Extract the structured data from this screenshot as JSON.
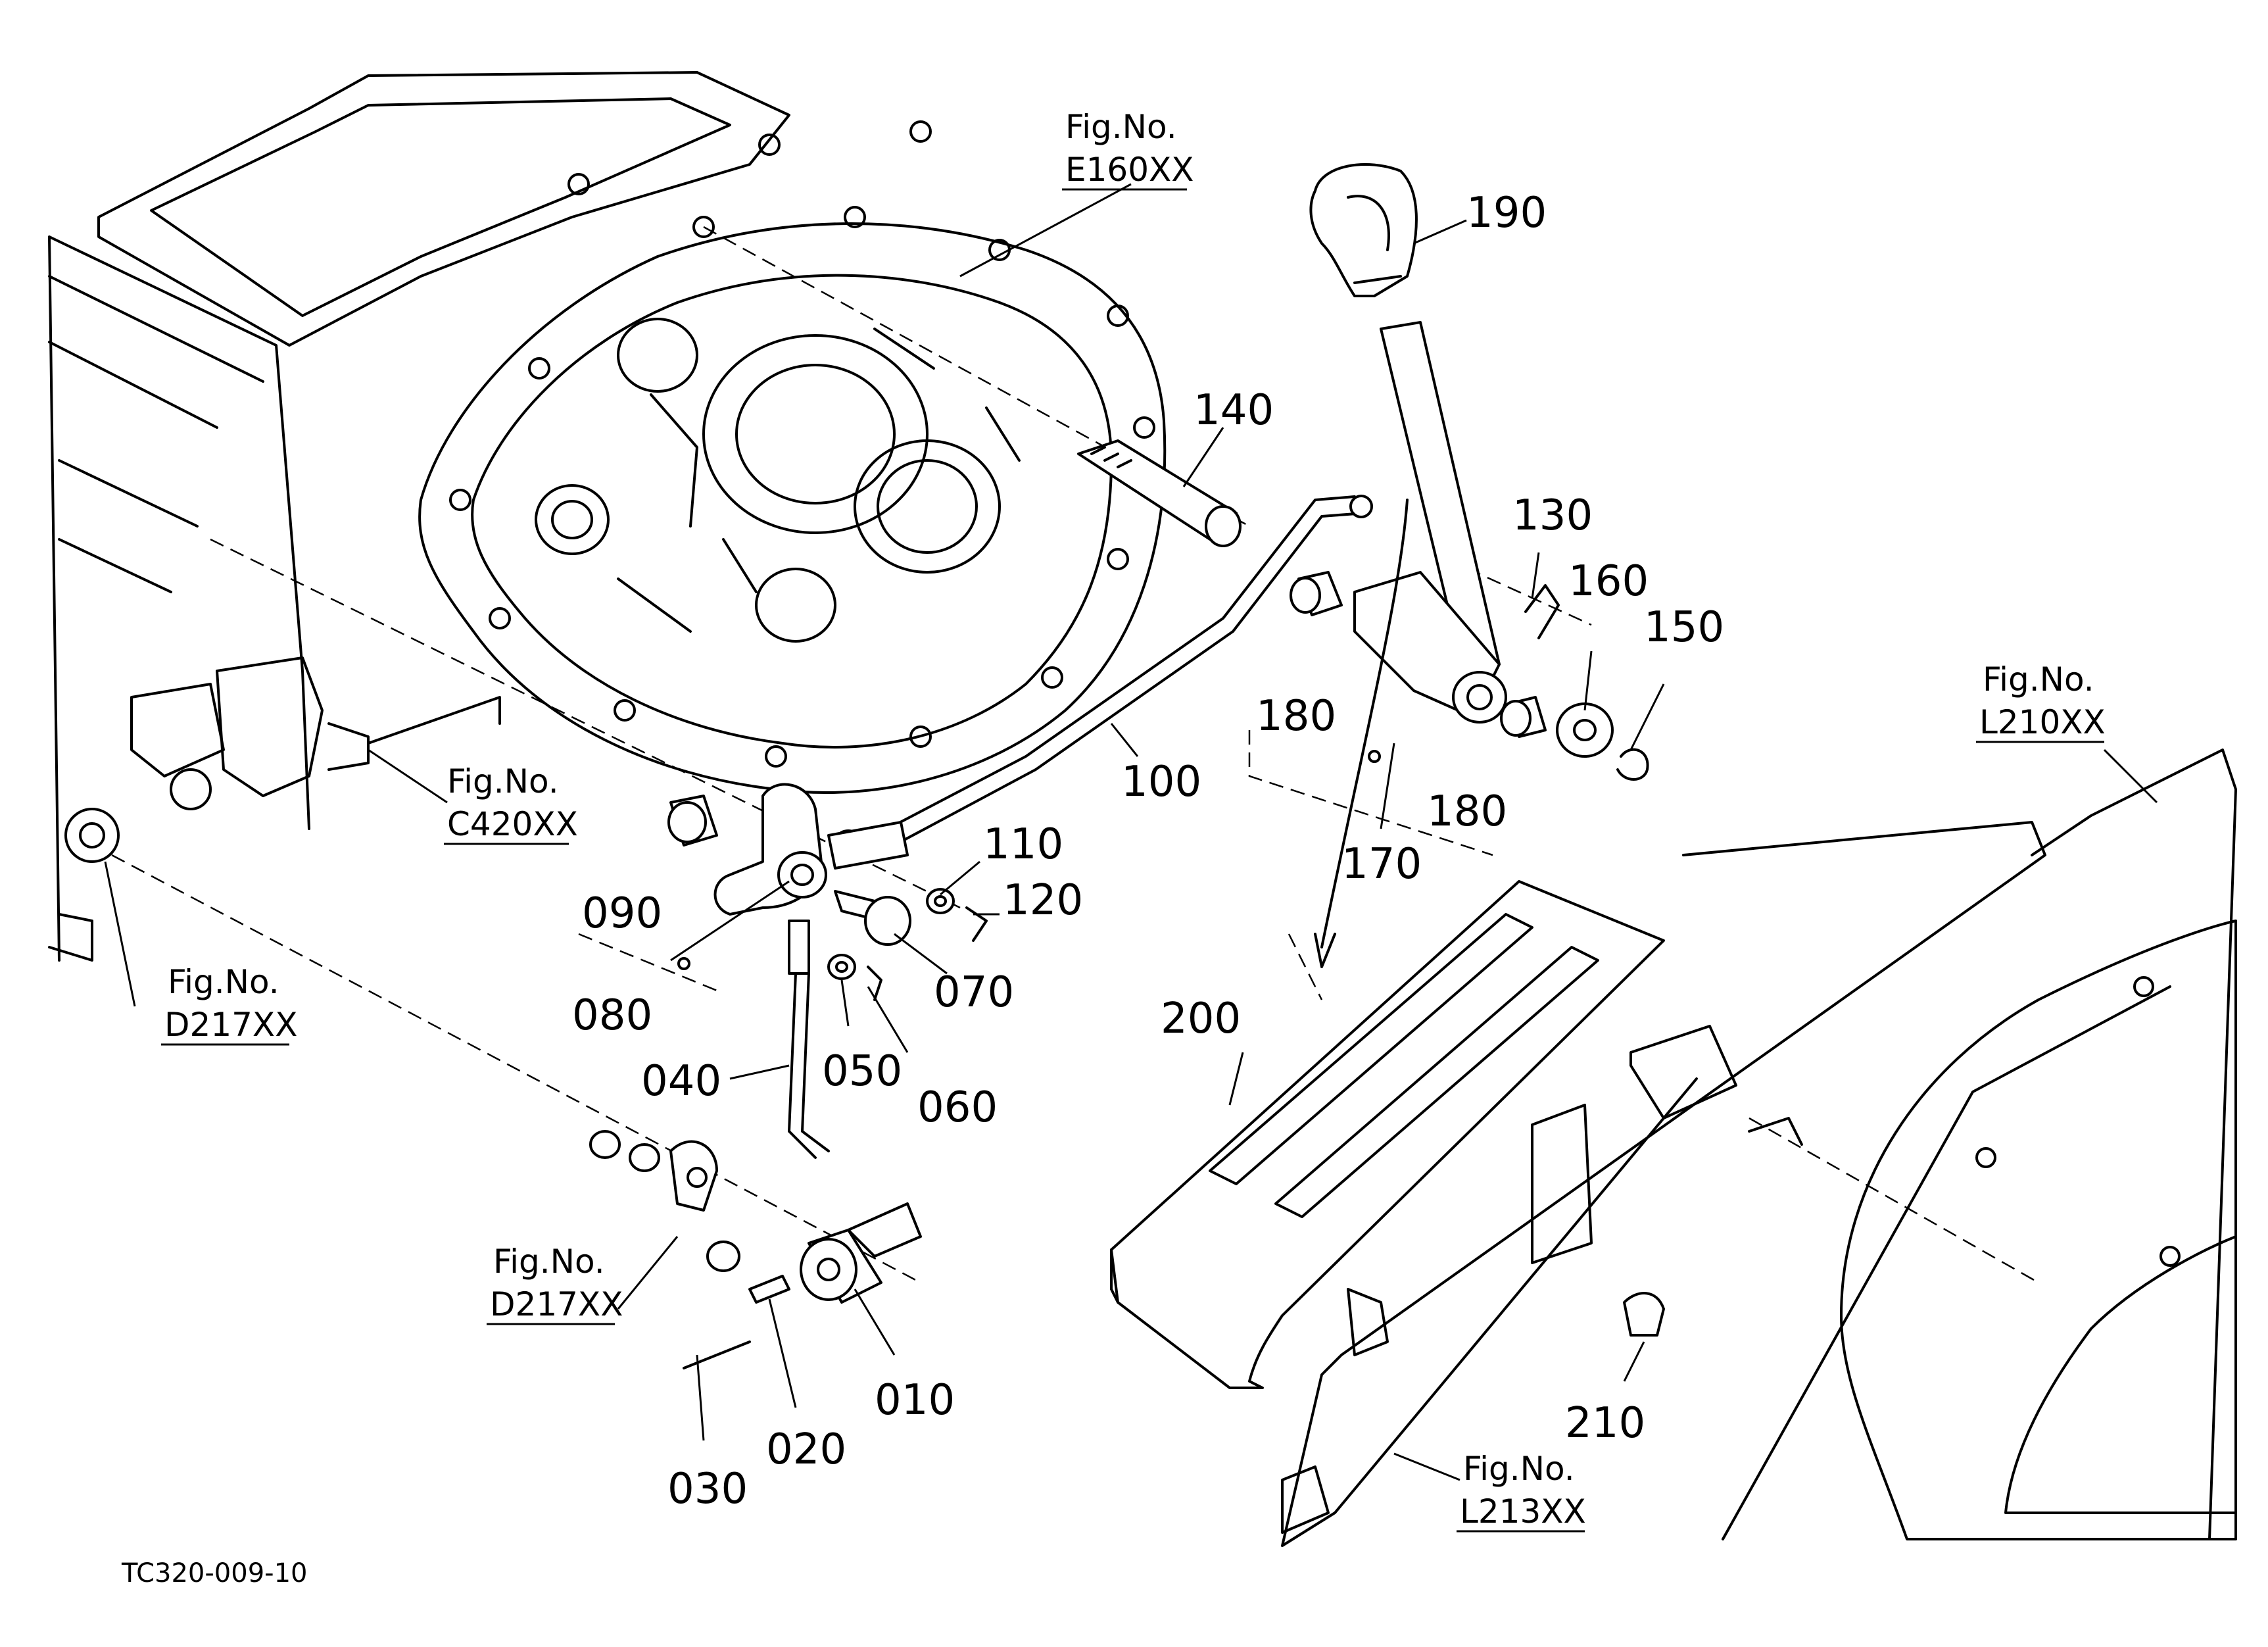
{
  "drawing_id": "TC320-009-10",
  "part_numbers": {
    "p010": "010",
    "p020": "020",
    "p030": "030",
    "p040": "040",
    "p050": "050",
    "p060": "060",
    "p070": "070",
    "p080": "080",
    "p090": "090",
    "p100": "100",
    "p110": "110",
    "p120": "120",
    "p130": "130",
    "p140": "140",
    "p150": "150",
    "p160": "160",
    "p170": "170",
    "p180a": "180",
    "p180b": "180",
    "p190": "190",
    "p200": "200",
    "p210": "210"
  },
  "figure_refs": {
    "e160": {
      "label": "Fig.No.",
      "code": "E160XX"
    },
    "c420": {
      "label": "Fig.No.",
      "code": "C420XX"
    },
    "d217_top": {
      "label": "Fig.No.",
      "code": "D217XX"
    },
    "d217_bottom": {
      "label": "Fig.No.",
      "code": "D217XX"
    },
    "l210": {
      "label": "Fig.No.",
      "code": "L210XX"
    },
    "l213": {
      "label": "Fig.No.",
      "code": "L213XX"
    }
  }
}
